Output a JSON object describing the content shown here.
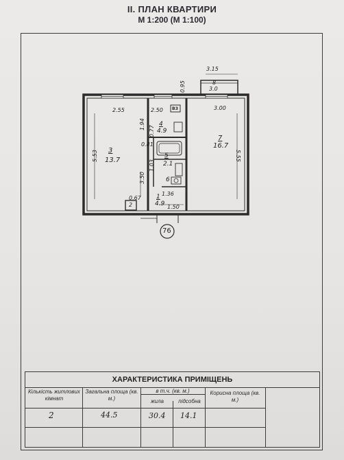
{
  "header": {
    "title": "II. ПЛАН КВАРТИРИ",
    "scale": "М 1:200 (М 1:100)"
  },
  "plan": {
    "dims": {
      "top_width": "3.15",
      "balcony_depth": "0.95",
      "left_top": "2.55",
      "mid_top": "2.50",
      "right_top": "3.00",
      "left_height": "5.53",
      "right_height": "5.55",
      "kitchen_side": "1.94",
      "bath_gap": "0.81",
      "wc_side": "1.03",
      "bath_side": "0.77",
      "hall_height": "3.50",
      "hall_a": "1.36",
      "closet": "0.67",
      "hall_bottom": "1.50"
    },
    "rooms": [
      {
        "number": "1",
        "area": "4.9"
      },
      {
        "number": "2",
        "area": ""
      },
      {
        "number": "3",
        "area": "13.7"
      },
      {
        "number": "4",
        "area": "4.9"
      },
      {
        "number": "5",
        "area": "2.1"
      },
      {
        "number": "6",
        "area": ""
      },
      {
        "number": "7",
        "area": "16.7"
      },
      {
        "number": "8",
        "area": "3.0"
      }
    ],
    "apartment_number": "76",
    "stove_label": "ВЗ"
  },
  "table": {
    "title": "ХАРАКТЕРИСТИКА ПРИМІЩЕНЬ",
    "col_rooms": "Кількість житлових кімнат",
    "col_total": "Загальна площа (кв. м.)",
    "col_incl": "в т.ч. (кв. м.)",
    "col_living": "жила",
    "col_aux": "підсобна",
    "col_useful": "Корисна площа (кв. м.)",
    "values": {
      "rooms": "2",
      "total": "44.5",
      "living": "30.4",
      "aux": "14.1",
      "useful": ""
    }
  }
}
